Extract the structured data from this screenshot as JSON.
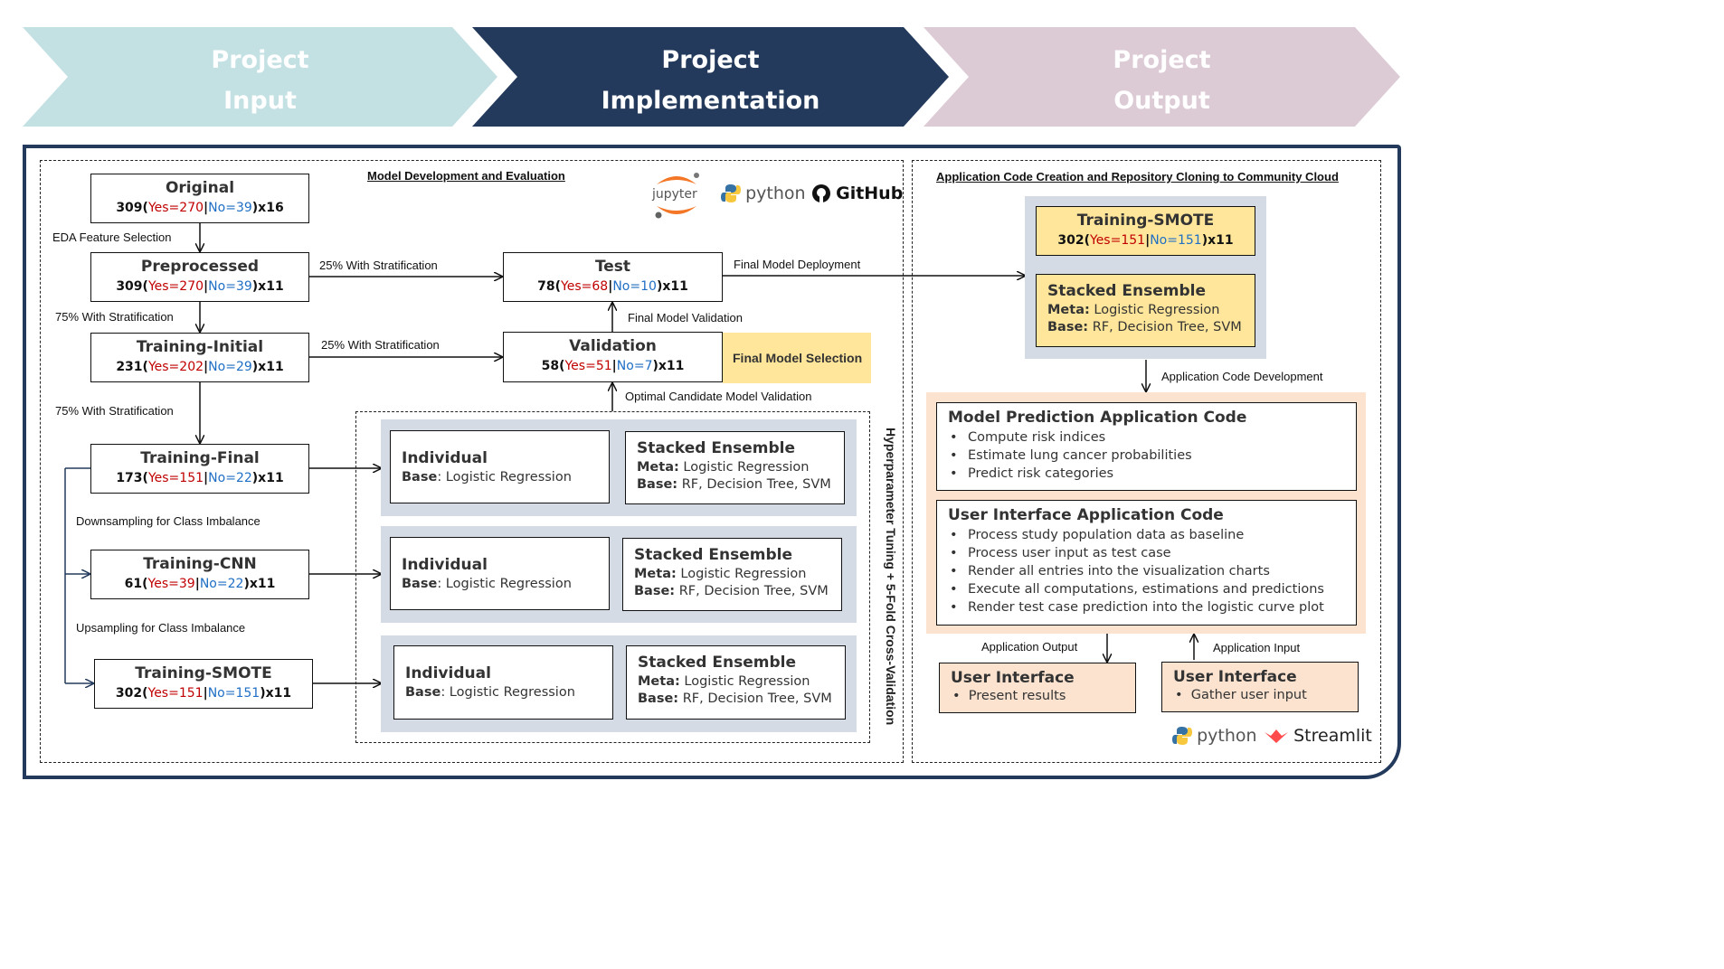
{
  "stages": [
    {
      "line1": "Project",
      "line2": "Input",
      "fill": "#c3e0e3"
    },
    {
      "line1": "Project",
      "line2": "Implementation",
      "fill": "#233a5c"
    },
    {
      "line1": "Project",
      "line2": "Output",
      "fill": "#dccbd5"
    }
  ],
  "left_section": {
    "title": "Model Development and Evaluation",
    "logos": {
      "jupyter": "jupyter",
      "python": "python",
      "github": "GitHub"
    },
    "original": {
      "name": "Original",
      "n": "309",
      "yes": "270",
      "no": "39",
      "feat": "x16"
    },
    "preprocessed": {
      "name": "Preprocessed",
      "n": "309",
      "yes": "270",
      "no": "39",
      "feat": "x11"
    },
    "training_initial": {
      "name": "Training-Initial",
      "n": "231",
      "yes": "202",
      "no": "29",
      "feat": "x11"
    },
    "training_final": {
      "name": "Training-Final",
      "n": "173",
      "yes": "151",
      "no": "22",
      "feat": "x11"
    },
    "training_cnn": {
      "name": "Training-CNN",
      "n": "61",
      "yes": "39",
      "no": "22",
      "feat": "x11"
    },
    "training_smote": {
      "name": "Training-SMOTE",
      "n": "302",
      "yes": "151",
      "no": "151",
      "feat": "x11"
    },
    "test": {
      "name": "Test",
      "n": "78",
      "yes": "68",
      "no": "10",
      "feat": "x11"
    },
    "validation": {
      "name": "Validation",
      "n": "58",
      "yes": "51",
      "no": "7",
      "feat": "x11"
    },
    "final_model_selection": "Final Model Selection",
    "labels": {
      "eda": "EDA Feature Selection",
      "strat25a": "25% With Stratification",
      "strat75a": "75% With Stratification",
      "strat25b": "25% With Stratification",
      "strat75b": "75% With Stratification",
      "downsampling": "Downsampling for Class Imbalance",
      "upsampling": "Upsampling for Class Imbalance",
      "final_deploy": "Final Model Deployment",
      "final_validation": "Final Model Validation",
      "optimal_validation": "Optimal Candidate Model Validation",
      "tuning": "Hyperparameter Tuning + 5-Fold Cross-Validation"
    },
    "model_groups": [
      {
        "individual": "Individual",
        "ind_base_key": "Base",
        "ind_base_val": ": Logistic Regression",
        "stacked": "Stacked Ensemble",
        "meta_key": "Meta:",
        "meta_val": " Logistic Regression",
        "base_key": "Base:",
        "base_val": " RF, Decision Tree, SVM"
      },
      {
        "individual": "Individual",
        "ind_base_key": "Base",
        "ind_base_val": ": Logistic Regression",
        "stacked": "Stacked Ensemble",
        "meta_key": "Meta:",
        "meta_val": " Logistic Regression",
        "base_key": "Base:",
        "base_val": " RF, Decision Tree, SVM"
      },
      {
        "individual": "Individual",
        "ind_base_key": "Base",
        "ind_base_val": ": Logistic Regression",
        "stacked": "Stacked Ensemble",
        "meta_key": "Meta:",
        "meta_val": " Logistic Regression",
        "base_key": "Base:",
        "base_val": " RF, Decision Tree, SVM"
      }
    ]
  },
  "right_section": {
    "title": "Application Code Creation and Repository Cloning to Community Cloud",
    "smote": {
      "name": "Training-SMOTE",
      "n": "302",
      "yes": "151",
      "no": "151",
      "feat": "x11"
    },
    "stacked": {
      "title": "Stacked Ensemble",
      "meta_key": "Meta:",
      "meta_val": " Logistic Regression",
      "base_key": "Base:",
      "base_val": " RF, Decision Tree, SVM"
    },
    "app_dev_label": "Application Code Development",
    "model_code": {
      "title": "Model Prediction Application Code",
      "items": [
        "Compute risk indices",
        "Estimate lung cancer probabilities",
        "Predict risk categories"
      ]
    },
    "ui_code": {
      "title": "User Interface Application Code",
      "items": [
        "Process study population data as baseline",
        "Process user input as test case",
        "Render all entries into the visualization charts",
        "Execute all computations, estimations and predictions",
        "Render test case prediction into the logistic curve plot"
      ]
    },
    "app_output_label": "Application Output",
    "app_input_label": "Application Input",
    "ui_out": {
      "title": "User Interface",
      "item": "Present results"
    },
    "ui_in": {
      "title": "User Interface",
      "item": "Gather user input"
    },
    "logos": {
      "python": "python",
      "streamlit": "Streamlit"
    }
  },
  "colors": {
    "yes": "#c00000",
    "no": "#1f6fc5",
    "frame": "#233a5c",
    "highlight": "#ffe69a",
    "peach": "#fbe3d0",
    "grey_panel": "#d5dbe5"
  }
}
